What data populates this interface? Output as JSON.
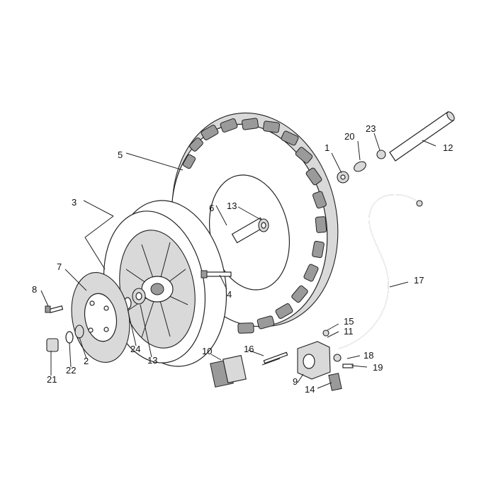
{
  "callouts": [
    {
      "id": "c1",
      "text": "1"
    },
    {
      "id": "c2",
      "text": "2"
    },
    {
      "id": "c3",
      "text": "3"
    },
    {
      "id": "c4",
      "text": "4"
    },
    {
      "id": "c5",
      "text": "5"
    },
    {
      "id": "c6",
      "text": "6"
    },
    {
      "id": "c7",
      "text": "7"
    },
    {
      "id": "c8",
      "text": "8"
    },
    {
      "id": "c9",
      "text": "9"
    },
    {
      "id": "c10",
      "text": "10"
    },
    {
      "id": "c11",
      "text": "11"
    },
    {
      "id": "c12",
      "text": "12"
    },
    {
      "id": "c13a",
      "text": "13"
    },
    {
      "id": "c13b",
      "text": "13"
    },
    {
      "id": "c14",
      "text": "14"
    },
    {
      "id": "c15",
      "text": "15"
    },
    {
      "id": "c16",
      "text": "16"
    },
    {
      "id": "c17",
      "text": "17"
    },
    {
      "id": "c18",
      "text": "18"
    },
    {
      "id": "c19",
      "text": "19"
    },
    {
      "id": "c20",
      "text": "20"
    },
    {
      "id": "c21",
      "text": "21"
    },
    {
      "id": "c22",
      "text": "22"
    },
    {
      "id": "c23",
      "text": "23"
    },
    {
      "id": "c24",
      "text": "24"
    }
  ]
}
